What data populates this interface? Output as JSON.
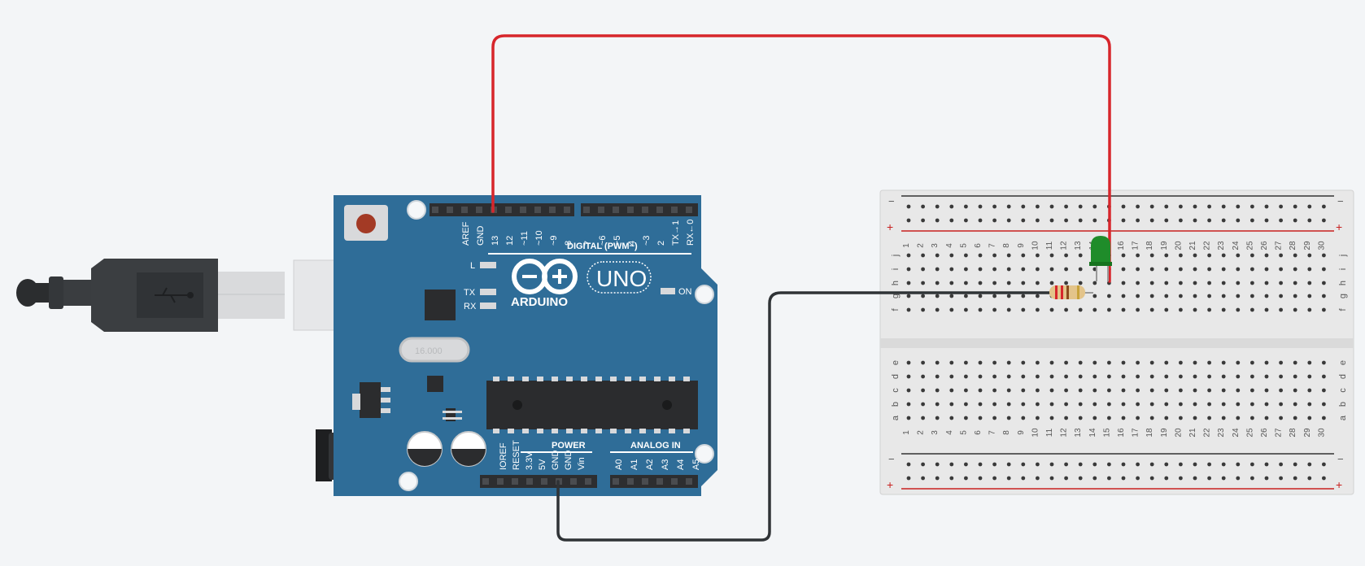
{
  "arduino": {
    "brand": "ARDUINO",
    "model": "UNO",
    "digital_header": "DIGITAL (PWM~)",
    "power_header": "POWER",
    "analog_header": "ANALOG IN",
    "on_label": "ON",
    "l_label": "L",
    "tx_label": "TX",
    "rx_label": "RX",
    "crystal_label": "16.000",
    "digital_pins_left": [
      "AREF",
      "GND",
      "13",
      "12",
      "~11",
      "~10",
      "~9",
      "8"
    ],
    "digital_pins_right": [
      "7",
      "~6",
      "~5",
      "4",
      "~3",
      "2",
      "TX→1",
      "RX←0"
    ],
    "power_pins": [
      "IOREF",
      "RESET",
      "3.3V",
      "5V",
      "GND",
      "GND",
      "Vin"
    ],
    "analog_pins": [
      "A0",
      "A1",
      "A2",
      "A3",
      "A4",
      "A5"
    ]
  },
  "breadboard": {
    "minus_label": "−",
    "plus_label": "+",
    "columns": [
      "1",
      "2",
      "3",
      "4",
      "5",
      "6",
      "7",
      "8",
      "9",
      "10",
      "11",
      "12",
      "13",
      "14",
      "15",
      "16",
      "17",
      "18",
      "19",
      "20",
      "21",
      "22",
      "23",
      "24",
      "25",
      "26",
      "27",
      "28",
      "29",
      "30"
    ],
    "top_rows": [
      "j",
      "i",
      "h",
      "g",
      "f"
    ],
    "bottom_rows": [
      "e",
      "d",
      "c",
      "b",
      "a"
    ]
  },
  "components": {
    "led_color": "#1f8c2a",
    "wire_signal_color": "#d7262c",
    "wire_ground_color": "#2f3336",
    "board_color": "#2f6d98"
  }
}
